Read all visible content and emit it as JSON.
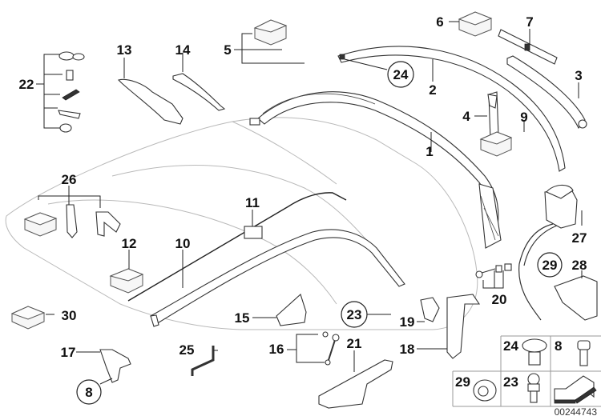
{
  "diagram": {
    "title": "Convertible top mechanism parts",
    "reference_number": "00244743",
    "callouts": [
      {
        "id": "c1",
        "label": "1"
      },
      {
        "id": "c2",
        "label": "2"
      },
      {
        "id": "c3",
        "label": "3"
      },
      {
        "id": "c4",
        "label": "4"
      },
      {
        "id": "c5",
        "label": "5"
      },
      {
        "id": "c6",
        "label": "6"
      },
      {
        "id": "c7",
        "label": "7"
      },
      {
        "id": "c9",
        "label": "9"
      },
      {
        "id": "c10",
        "label": "10"
      },
      {
        "id": "c11",
        "label": "11"
      },
      {
        "id": "c12",
        "label": "12"
      },
      {
        "id": "c13",
        "label": "13"
      },
      {
        "id": "c14",
        "label": "14"
      },
      {
        "id": "c15",
        "label": "15"
      },
      {
        "id": "c16",
        "label": "16"
      },
      {
        "id": "c17",
        "label": "17"
      },
      {
        "id": "c18",
        "label": "18"
      },
      {
        "id": "c19",
        "label": "19"
      },
      {
        "id": "c20",
        "label": "20"
      },
      {
        "id": "c21",
        "label": "21"
      },
      {
        "id": "c22",
        "label": "22"
      },
      {
        "id": "c25",
        "label": "25"
      },
      {
        "id": "c26",
        "label": "26"
      },
      {
        "id": "c27",
        "label": "27"
      },
      {
        "id": "c28",
        "label": "28"
      },
      {
        "id": "c30",
        "label": "30"
      }
    ],
    "circled_callouts": [
      {
        "id": "cc24",
        "label": "24"
      },
      {
        "id": "cc29",
        "label": "29"
      },
      {
        "id": "cc23",
        "label": "23"
      },
      {
        "id": "cc8",
        "label": "8"
      }
    ],
    "legend_grid": [
      {
        "label": "24",
        "part": "rivet-head"
      },
      {
        "label": "8",
        "part": "socket-screw"
      },
      {
        "label": "29",
        "part": "clip-nut"
      },
      {
        "label": "23",
        "part": "ball-stud"
      },
      {
        "label": "",
        "part": "direction-arrow"
      }
    ]
  }
}
